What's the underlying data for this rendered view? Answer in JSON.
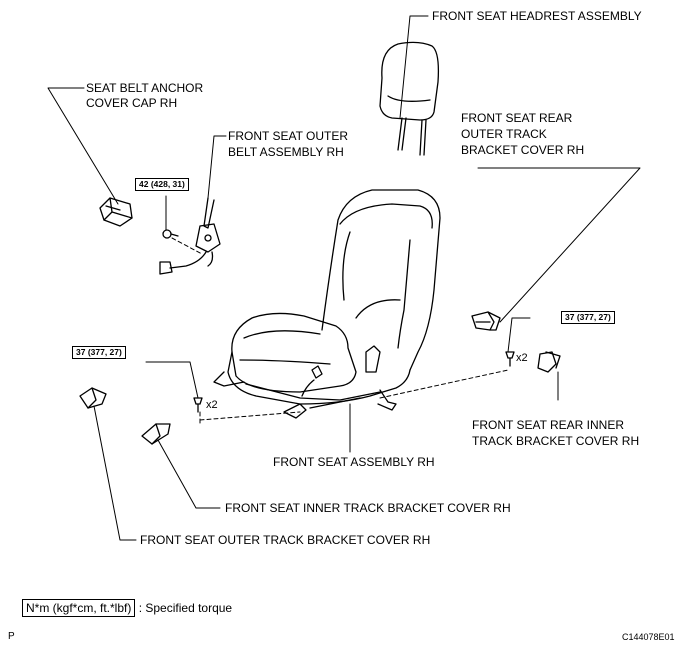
{
  "labels": {
    "headrest": "FRONT SEAT HEADREST ASSEMBLY",
    "anchor_cap_1": "SEAT BELT ANCHOR",
    "anchor_cap_2": "COVER CAP RH",
    "outer_belt_1": "FRONT SEAT OUTER",
    "outer_belt_2": "BELT ASSEMBLY RH",
    "rear_outer_1": "FRONT SEAT REAR",
    "rear_outer_2": "OUTER TRACK",
    "rear_outer_3": "BRACKET COVER RH",
    "rear_inner_1": "FRONT SEAT REAR INNER",
    "rear_inner_2": "TRACK BRACKET COVER RH",
    "seat_assembly": "FRONT SEAT ASSEMBLY RH",
    "inner_track": "FRONT SEAT INNER TRACK BRACKET COVER RH",
    "outer_track": "FRONT SEAT OUTER TRACK BRACKET COVER RH"
  },
  "torques": {
    "belt": "42 (428, 31)",
    "rear": "37 (377, 27)",
    "front": "37 (377, 27)"
  },
  "multipliers": {
    "rear": "x2",
    "front": "x2"
  },
  "legend": {
    "unit": "N*m (kgf*cm, ft.*lbf)",
    "text": ": Specified torque"
  },
  "corner": {
    "left": "P",
    "right": "C144078E01"
  }
}
